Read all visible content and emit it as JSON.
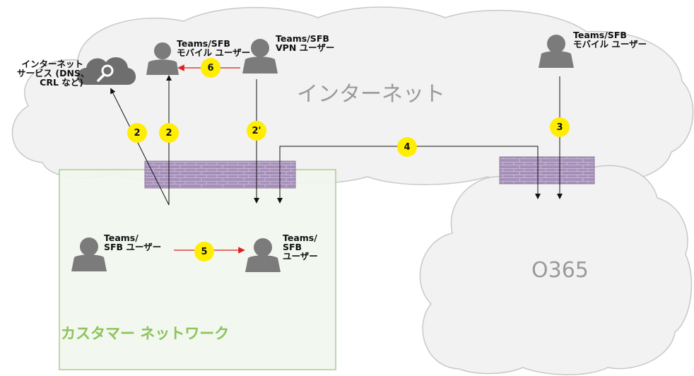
{
  "internet": {
    "label": "インターネット"
  },
  "o365": {
    "label": "O365"
  },
  "customer_network": {
    "label": "カスタマー ネットワーク"
  },
  "internet_services": {
    "lines": [
      "インターネット",
      "サービス (DNS、",
      "CRL など)"
    ]
  },
  "users": {
    "mobile_left": {
      "lines": [
        "Teams/SFB",
        "モバイル ユーザー"
      ]
    },
    "vpn": {
      "lines": [
        "Teams/SFB",
        "VPN ユーザー"
      ]
    },
    "mobile_right": {
      "lines": [
        "Teams/SFB",
        "モバイル ユーザー"
      ]
    },
    "internal_left": {
      "lines": [
        "Teams/",
        "SFB ユーザー"
      ]
    },
    "internal_right": {
      "lines": [
        "Teams/",
        "SFB",
        "ユーザー"
      ]
    }
  },
  "badges": {
    "b2a": "2",
    "b2b": "2",
    "b2prime": "2'",
    "b3": "3",
    "b4": "4",
    "b5": "5",
    "b6": "6"
  },
  "colors": {
    "cloud_fill": "#f2f2f2",
    "cloud_stroke": "#c8c8c8",
    "customer_fill": "#f1f6ee",
    "customer_stroke": "#a8cf8c",
    "firewall_fill": "#a58fb8",
    "badge": "#ffee00",
    "red_arrow": "#e02020",
    "user_icon": "#7b7b7b"
  }
}
